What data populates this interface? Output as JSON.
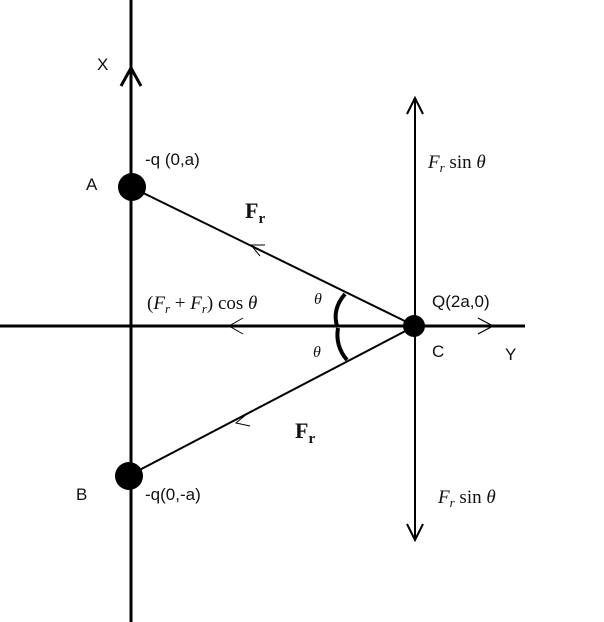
{
  "axes": {
    "vertical_label": "X",
    "horizontal_label": "Y"
  },
  "points": {
    "A": {
      "name": "A",
      "label": "-q (0,a)"
    },
    "B": {
      "name": "B",
      "label": "-q(0,-a)"
    },
    "C": {
      "name": "C",
      "label": "Q(2a,0)"
    }
  },
  "forces": {
    "fa": {
      "main": "F",
      "sub": "r"
    },
    "fb": {
      "main": "F",
      "sub": "r"
    },
    "resultant": {
      "open": "(",
      "f1": "F",
      "s1": "r",
      "plus": " + ",
      "f2": "F",
      "s2": "r",
      "close": ")",
      "cos": " cos ",
      "theta": "θ"
    },
    "up": {
      "f": "F",
      "s": "r",
      "sin": " sin ",
      "theta": "θ"
    },
    "down": {
      "f": "F",
      "s": "r",
      "sin": " sin ",
      "theta": "θ"
    }
  },
  "angles": {
    "upper": "θ",
    "lower": "θ"
  }
}
